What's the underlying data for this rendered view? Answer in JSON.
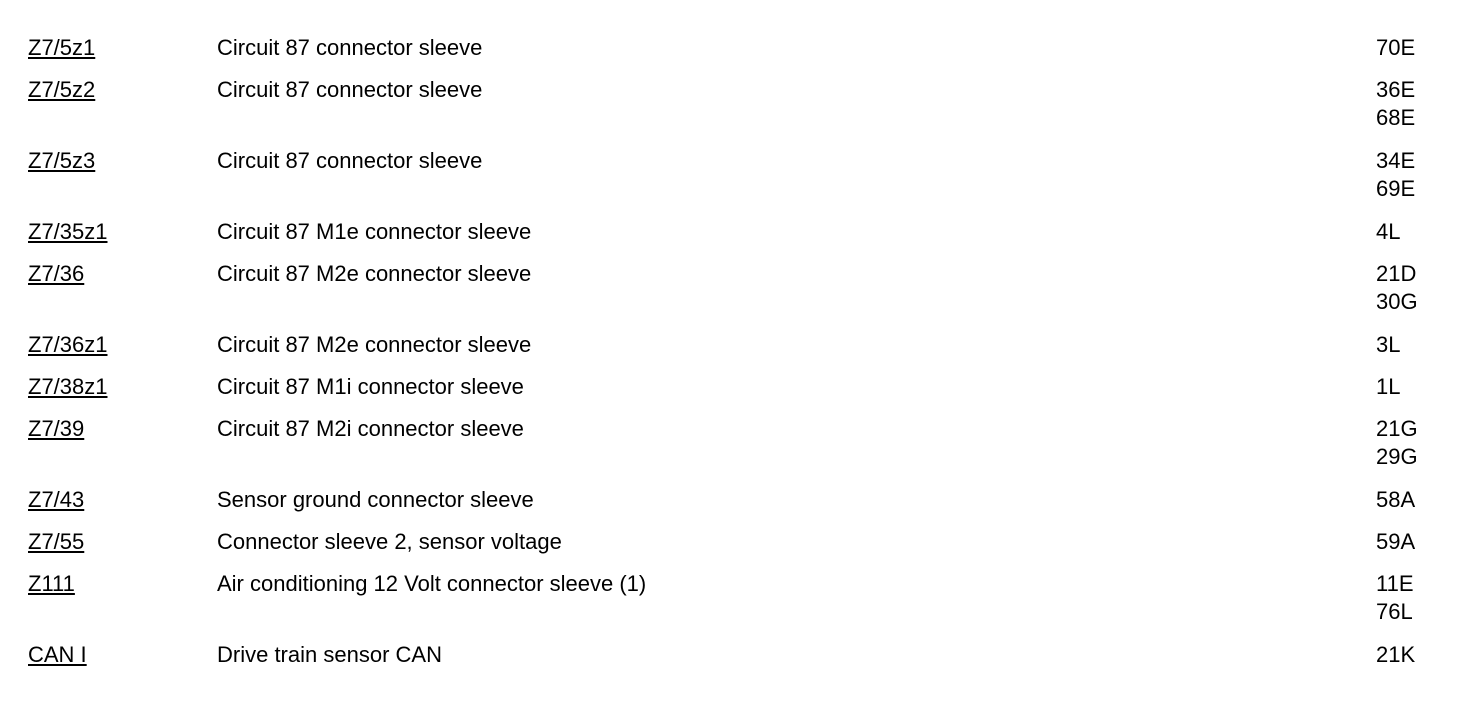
{
  "rows": [
    {
      "code": "Z7/5z1",
      "description": "Circuit 87 connector sleeve",
      "refs": [
        "70E"
      ]
    },
    {
      "code": "Z7/5z2",
      "description": "Circuit 87 connector sleeve",
      "refs": [
        "36E",
        "68E"
      ]
    },
    {
      "code": "Z7/5z3",
      "description": "Circuit 87 connector sleeve",
      "refs": [
        "34E",
        "69E"
      ]
    },
    {
      "code": "Z7/35z1",
      "description": "Circuit 87 M1e connector sleeve",
      "refs": [
        "4L"
      ]
    },
    {
      "code": "Z7/36",
      "description": "Circuit 87 M2e connector sleeve",
      "refs": [
        "21D",
        "30G"
      ]
    },
    {
      "code": "Z7/36z1",
      "description": "Circuit 87 M2e connector sleeve",
      "refs": [
        "3L"
      ]
    },
    {
      "code": "Z7/38z1",
      "description": "Circuit 87 M1i connector sleeve",
      "refs": [
        "1L"
      ]
    },
    {
      "code": "Z7/39",
      "description": "Circuit 87 M2i connector sleeve",
      "refs": [
        "21G",
        "29G"
      ]
    },
    {
      "code": "Z7/43",
      "description": "Sensor ground connector sleeve",
      "refs": [
        "58A"
      ]
    },
    {
      "code": "Z7/55",
      "description": "Connector sleeve 2, sensor voltage",
      "refs": [
        "59A"
      ]
    },
    {
      "code": "Z111",
      "description": "Air conditioning 12 Volt connector sleeve (1)",
      "refs": [
        "11E",
        "76L"
      ]
    },
    {
      "code": "CAN I",
      "description": "Drive train sensor CAN",
      "refs": [
        "21K"
      ]
    }
  ]
}
